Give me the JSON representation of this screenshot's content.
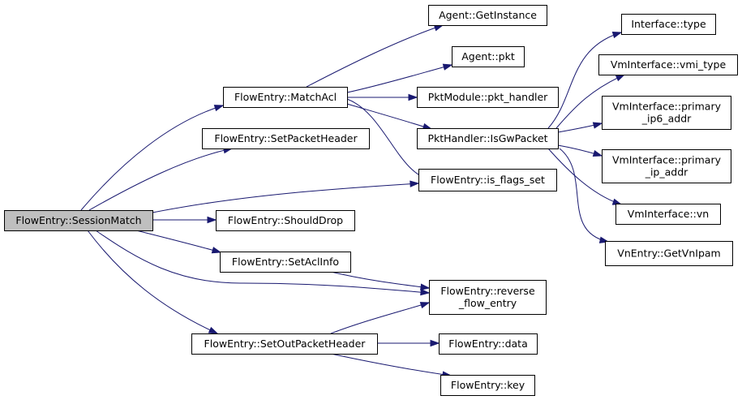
{
  "diagram": {
    "nodes": {
      "session_match": {
        "lines": [
          "FlowEntry::SessionMatch"
        ],
        "highlighted": true
      },
      "match_acl": {
        "lines": [
          "FlowEntry::MatchAcl"
        ]
      },
      "set_packet_header": {
        "lines": [
          "FlowEntry::SetPacketHeader"
        ]
      },
      "should_drop": {
        "lines": [
          "FlowEntry::ShouldDrop"
        ]
      },
      "set_acl_info": {
        "lines": [
          "FlowEntry::SetAclInfo"
        ]
      },
      "set_out_packet_header": {
        "lines": [
          "FlowEntry::SetOutPacketHeader"
        ]
      },
      "agent_get_instance": {
        "lines": [
          "Agent::GetInstance"
        ]
      },
      "agent_pkt": {
        "lines": [
          "Agent::pkt"
        ]
      },
      "pkt_module_pkt_handler": {
        "lines": [
          "PktModule::pkt_handler"
        ]
      },
      "pkt_handler_is_gw_packet": {
        "lines": [
          "PktHandler::IsGwPacket"
        ]
      },
      "is_flags_set": {
        "lines": [
          "FlowEntry::is_flags_set"
        ]
      },
      "reverse_flow_entry": {
        "lines": [
          "FlowEntry::reverse",
          "_flow_entry"
        ]
      },
      "flow_entry_data": {
        "lines": [
          "FlowEntry::data"
        ]
      },
      "flow_entry_key": {
        "lines": [
          "FlowEntry::key"
        ]
      },
      "interface_type": {
        "lines": [
          "Interface::type"
        ]
      },
      "vmi_type": {
        "lines": [
          "VmInterface::vmi_type"
        ]
      },
      "primary_ip6_addr": {
        "lines": [
          "VmInterface::primary",
          "_ip6_addr"
        ]
      },
      "primary_ip_addr": {
        "lines": [
          "VmInterface::primary",
          "_ip_addr"
        ]
      },
      "vm_interface_vn": {
        "lines": [
          "VmInterface::vn"
        ]
      },
      "vn_entry_get_vn_ipam": {
        "lines": [
          "VnEntry::GetVnIpam"
        ]
      }
    },
    "edges": [
      [
        "session_match",
        "match_acl"
      ],
      [
        "session_match",
        "set_packet_header"
      ],
      [
        "session_match",
        "is_flags_set"
      ],
      [
        "session_match",
        "should_drop"
      ],
      [
        "session_match",
        "set_acl_info"
      ],
      [
        "session_match",
        "reverse_flow_entry"
      ],
      [
        "session_match",
        "set_out_packet_header"
      ],
      [
        "match_acl",
        "agent_get_instance"
      ],
      [
        "match_acl",
        "agent_pkt"
      ],
      [
        "match_acl",
        "pkt_module_pkt_handler"
      ],
      [
        "match_acl",
        "pkt_handler_is_gw_packet"
      ],
      [
        "match_acl",
        "is_flags_set"
      ],
      [
        "set_acl_info",
        "reverse_flow_entry"
      ],
      [
        "set_out_packet_header",
        "reverse_flow_entry"
      ],
      [
        "set_out_packet_header",
        "flow_entry_data"
      ],
      [
        "set_out_packet_header",
        "flow_entry_key"
      ],
      [
        "pkt_handler_is_gw_packet",
        "interface_type"
      ],
      [
        "pkt_handler_is_gw_packet",
        "vmi_type"
      ],
      [
        "pkt_handler_is_gw_packet",
        "primary_ip6_addr"
      ],
      [
        "pkt_handler_is_gw_packet",
        "primary_ip_addr"
      ],
      [
        "pkt_handler_is_gw_packet",
        "vm_interface_vn"
      ],
      [
        "pkt_handler_is_gw_packet",
        "vn_entry_get_vn_ipam"
      ]
    ],
    "colors": {
      "edge": "#191970",
      "highlighted_fill": "#bfbfbf",
      "node_fill": "#ffffff",
      "node_border": "#000000"
    }
  }
}
